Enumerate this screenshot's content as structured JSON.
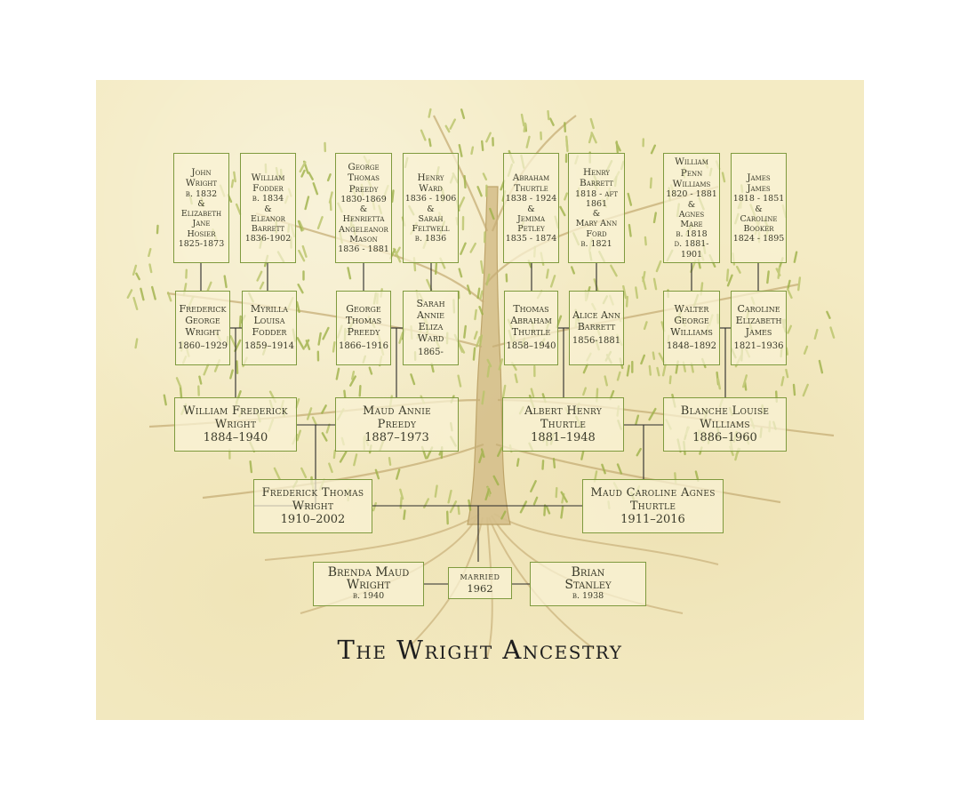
{
  "title": "The Wright Ancestry",
  "colors": {
    "paper": "#f4ebc4",
    "box_border": "#7f9a3e",
    "leaf": "#9fb24a",
    "trunk": "#c9b07a",
    "line": "#2a2a2a",
    "text": "#3a3a2a"
  },
  "great_grandparents": [
    {
      "name": "John\nWright",
      "dates": "b. 1832\n&\nElizabeth\nJane\nHosier\n1825-1873"
    },
    {
      "name": "William\nFodder",
      "dates": "b. 1834\n&\nEleanor\nBarrett\n1836-1902"
    },
    {
      "name": "George\nThomas\nPreedy",
      "dates": "1830-1869\n&\nHenrietta\nAngeleanor\nMason\n1836 - 1881"
    },
    {
      "name": "Henry\nWard",
      "dates": "1836 - 1906\n&\nSarah\nFeltwell\nb. 1836"
    },
    {
      "name": "Abraham\nThurtle",
      "dates": "1838 - 1924\n&\nJemima\nPetley\n1835 - 1874"
    },
    {
      "name": "Henry\nBarrett",
      "dates": "1818 - aft 1861\n&\nMary Ann\nFord\nb. 1821"
    },
    {
      "name": "William\nPenn\nWilliams",
      "dates": "1820 - 1881\n&\nAgnes\nMare\nb. 1818\nd. 1881-1901"
    },
    {
      "name": "James\nJames",
      "dates": "1818 - 1851\n&\nCaroline\nBooker\n1824 - 1895"
    }
  ],
  "grandparents_parents": [
    {
      "name": "Frederick\nGeorge\nWright",
      "dates": "1860–1929"
    },
    {
      "name": "Myrilla\nLouisa\nFodder",
      "dates": "1859–1914"
    },
    {
      "name": "George\nThomas\nPreedy",
      "dates": "1866–1916"
    },
    {
      "name": "Sarah\nAnnie Eliza\nWard",
      "dates": "1865-"
    },
    {
      "name": "Thomas\nAbraham\nThurtle",
      "dates": "1858–1940"
    },
    {
      "name": "Alice Ann\nBarrett",
      "dates": "1856-1881"
    },
    {
      "name": "Walter\nGeorge\nWilliams",
      "dates": "1848–1892"
    },
    {
      "name": "Caroline\nElizabeth\nJames",
      "dates": "1821–1936"
    }
  ],
  "grandparents": [
    {
      "name": "William Frederick\nWright",
      "dates": "1884–1940"
    },
    {
      "name": "Maud Annie\nPreedy",
      "dates": "1887–1973"
    },
    {
      "name": "Albert Henry\nThurtle",
      "dates": "1881–1948"
    },
    {
      "name": "Blanche Louise\nWilliams",
      "dates": "1886–1960"
    }
  ],
  "parents": [
    {
      "name": "Frederick Thomas\nWright",
      "dates": "1910–2002"
    },
    {
      "name": "Maud Caroline Agnes\nThurtle",
      "dates": "1911–2016"
    }
  ],
  "couple": {
    "left": {
      "name": "Brenda Maud\nWright",
      "dates": "b. 1940"
    },
    "married": {
      "label": "married",
      "year": "1962"
    },
    "right": {
      "name": "Brian\nStanley",
      "dates": "b. 1938"
    }
  }
}
